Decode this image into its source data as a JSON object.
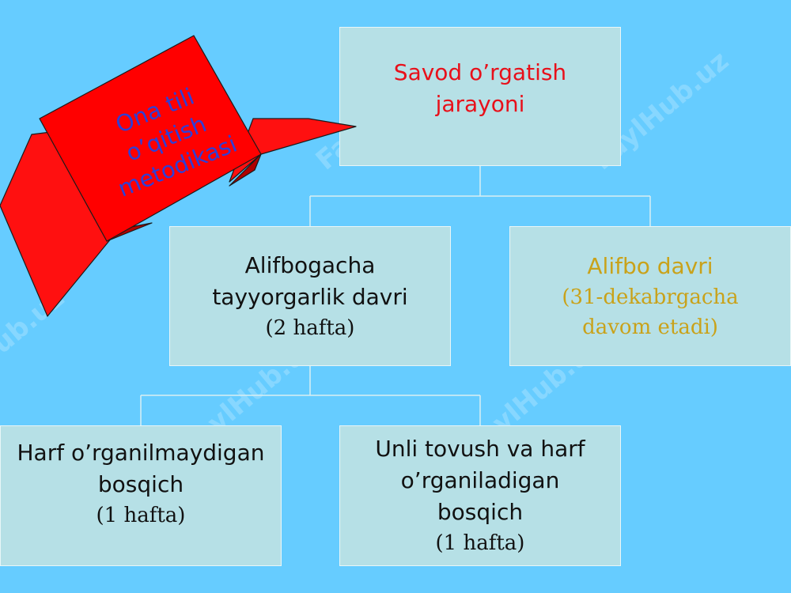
{
  "ribbon": {
    "line1": "Ona tili",
    "line2": "o’qitish",
    "line3": "metodikasi",
    "color": "#ff0000",
    "text_color": "#2f3fd6"
  },
  "root": {
    "line1": "Savod o’rgatish",
    "line2": "jarayoni",
    "color": "#e8101a"
  },
  "pre_alphabet": {
    "line1": "Alifbogacha",
    "line2": "tayyorgarlik davri",
    "line3": "(2 hafta)"
  },
  "alphabet": {
    "line1": "Alifbo davri",
    "line2": "(31-dekabrgacha",
    "line3": "davom etadi)",
    "color": "#c9a21a"
  },
  "stage_1": {
    "line1": "Harf o’rganilmaydigan",
    "line2": "bosqich",
    "line3": "(1 hafta)"
  },
  "stage_2": {
    "line1": "Unli tovush va harf",
    "line2": "o’rganiladigan",
    "line3": "bosqich",
    "line4": "(1 hafta)"
  },
  "watermark": "FaylHub.uz",
  "colors": {
    "background": "#66ccff",
    "box": "#b6e0e6"
  }
}
